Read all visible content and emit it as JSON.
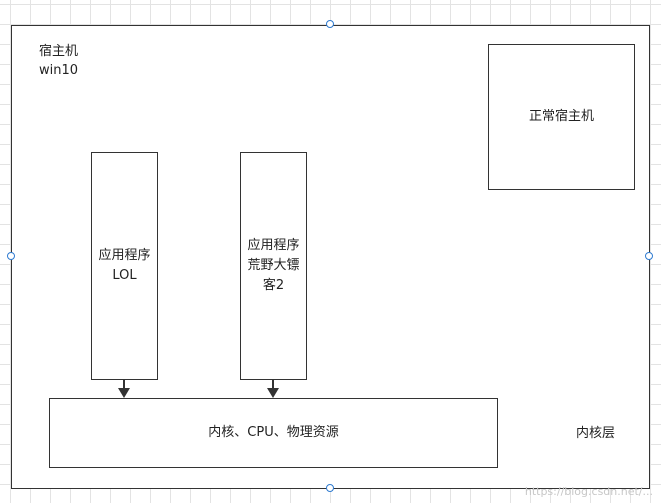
{
  "diagram": {
    "host": {
      "title_line1": "宿主机",
      "title_line2": "win10"
    },
    "normal_host": "正常宿主机",
    "apps": [
      {
        "line1": "应用程序",
        "line2": "LOL"
      },
      {
        "line1": "应用程序",
        "line2": "荒野大镖",
        "line3": "客2"
      }
    ],
    "kernel": "内核、CPU、物理资源",
    "kernel_layer": "内核层",
    "watermark": "https://blog.csdn.net/..."
  }
}
